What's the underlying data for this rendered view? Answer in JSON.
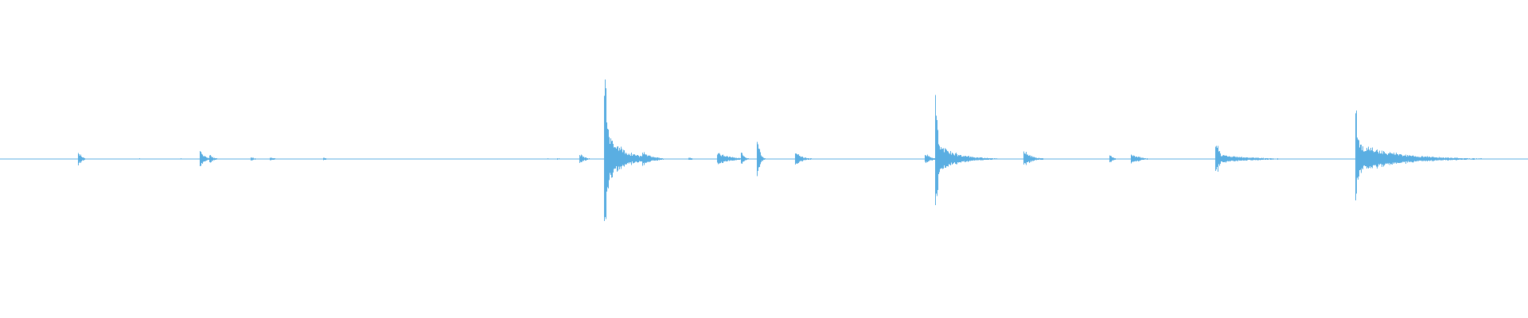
{
  "waveform": {
    "color": "#5aaee2",
    "background": "#ffffff",
    "duration_fraction_note": "",
    "peaks": [
      {
        "t": 0.0515,
        "amp": 0.045,
        "decay": 0.002
      },
      {
        "t": 0.1315,
        "amp": 0.05,
        "decay": 0.003
      },
      {
        "t": 0.1375,
        "amp": 0.03,
        "decay": 0.002
      },
      {
        "t": 0.1645,
        "amp": 0.012,
        "decay": 0.003
      },
      {
        "t": 0.177,
        "amp": 0.01,
        "decay": 0.004
      },
      {
        "t": 0.212,
        "amp": 0.01,
        "decay": 0.002
      },
      {
        "t": 0.365,
        "amp": 0.006,
        "decay": 0.002
      },
      {
        "t": 0.3795,
        "amp": 0.035,
        "decay": 0.003
      },
      {
        "t": 0.396,
        "amp": 0.75,
        "decay": 0.0015
      },
      {
        "t": 0.3985,
        "amp": 0.16,
        "decay": 0.01
      },
      {
        "t": 0.4015,
        "amp": 0.08,
        "decay": 0.008
      },
      {
        "t": 0.421,
        "amp": 0.05,
        "decay": 0.006
      },
      {
        "t": 0.451,
        "amp": 0.01,
        "decay": 0.002
      },
      {
        "t": 0.47,
        "amp": 0.04,
        "decay": 0.008
      },
      {
        "t": 0.4855,
        "amp": 0.04,
        "decay": 0.002
      },
      {
        "t": 0.496,
        "amp": 0.11,
        "decay": 0.0015
      },
      {
        "t": 0.521,
        "amp": 0.045,
        "decay": 0.004
      },
      {
        "t": 0.6055,
        "amp": 0.04,
        "decay": 0.003
      },
      {
        "t": 0.6125,
        "amp": 0.42,
        "decay": 0.0015
      },
      {
        "t": 0.614,
        "amp": 0.1,
        "decay": 0.012
      },
      {
        "t": 0.6705,
        "amp": 0.05,
        "decay": 0.005
      },
      {
        "t": 0.7265,
        "amp": 0.025,
        "decay": 0.002
      },
      {
        "t": 0.7405,
        "amp": 0.035,
        "decay": 0.005
      },
      {
        "t": 0.796,
        "amp": 0.13,
        "decay": 0.002
      },
      {
        "t": 0.798,
        "amp": 0.03,
        "decay": 0.02
      },
      {
        "t": 0.8875,
        "amp": 0.32,
        "decay": 0.0015
      },
      {
        "t": 0.8895,
        "amp": 0.1,
        "decay": 0.025
      }
    ],
    "noise_floor": 0.0025
  }
}
